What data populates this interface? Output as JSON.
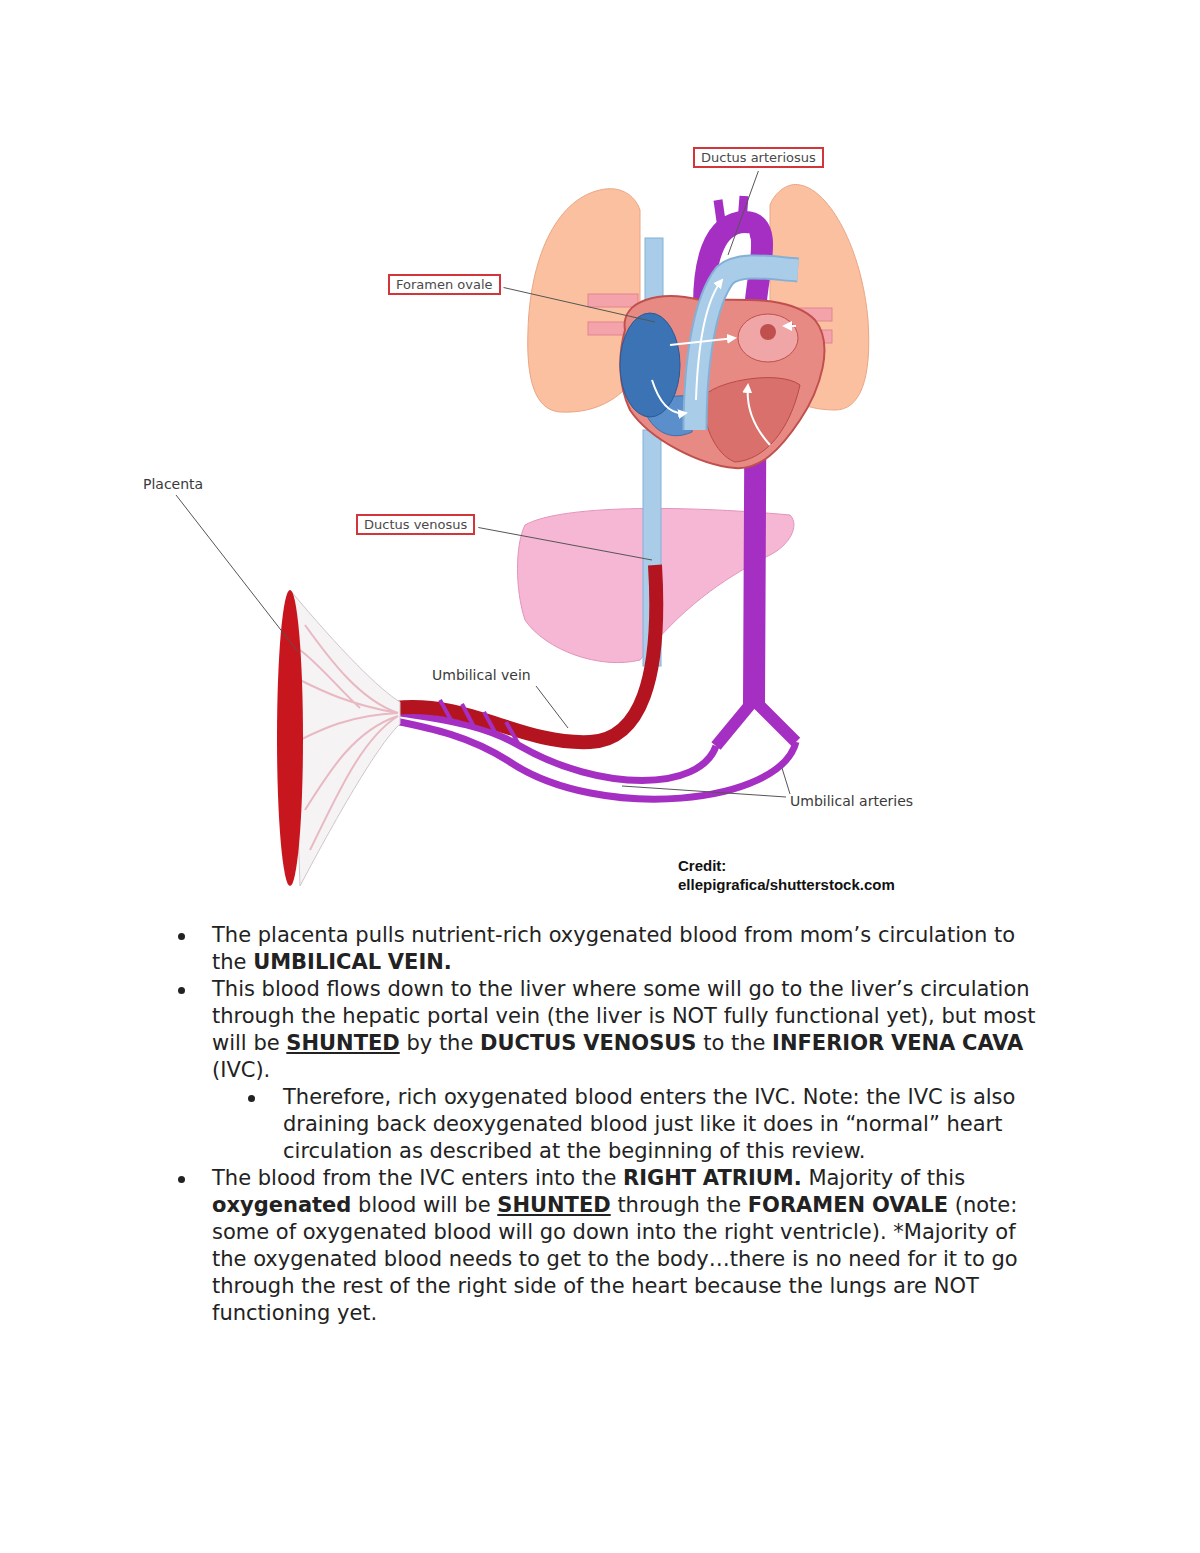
{
  "diagram": {
    "nodes": [
      {
        "text": [
          "Ductus arteriosus"
        ]
      },
      {
        "text": [
          "Foramen ovale"
        ]
      },
      {
        "text": [
          "Ductus venosus"
        ]
      }
    ],
    "labels": [
      "Placenta",
      "Umbilical vein",
      "Umbilical arteries",
      "Credit:",
      "ellepigrafica/shutterstock.com",
      "The placenta pulls nutrient-rich oxygenated blood from mom’s circulation to the UMBILICAL VEIN.",
      "This blood flows down to the liver where some will go to the liver’s circulation through the hepatic portal vein (the liver is NOT fully functional yet), but most will be SHUNTED by the DUCTUS VENOSUS to the INFERIOR VENA CAVA (IVC).",
      "Therefore, rich oxygenated blood enters the IVC. Note: the IVC is also draining back deoxygenated blood just like it does in “normal” heart circulation as described at the beginning of this review.",
      "The blood from the IVC enters into the RIGHT ATRIUM. Majority of this oxygenated blood will be SHUNTED through the FORAMEN OVALE (note: some of oxygenated blood will go down into the right ventricle). *Majority of the oxygenated blood needs to get to the body…there is no need for it to go through the rest of the right side of the heart because the lungs are NOT functioning yet."
    ]
  }
}
